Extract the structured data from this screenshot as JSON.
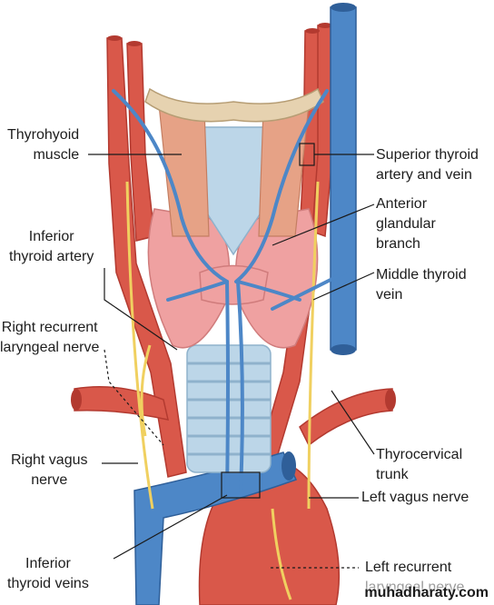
{
  "labels": {
    "thyrohyoid_muscle": [
      "Thyrohyoid",
      "muscle"
    ],
    "inferior_thyroid_artery": [
      "Inferior",
      "thyroid artery"
    ],
    "right_recurrent_laryngeal_nerve": [
      "Right recurrent",
      "laryngeal nerve"
    ],
    "right_vagus_nerve": [
      "Right vagus",
      "nerve"
    ],
    "inferior_thyroid_veins": [
      "Inferior",
      "thyroid veins"
    ],
    "superior_thyroid_artery_vein": [
      "Superior thyroid",
      "artery and vein"
    ],
    "anterior_glandular_branch": [
      "Anterior",
      "glandular",
      "branch"
    ],
    "middle_thyroid_vein": [
      "Middle thyroid",
      "vein"
    ],
    "thyrocervical_trunk": [
      "Thyrocervical",
      "trunk"
    ],
    "left_vagus_nerve": [
      "Left vagus nerve"
    ],
    "left_recurrent_laryngeal_nerve": [
      "Left recurrent",
      "laryngeal nerve"
    ]
  },
  "watermark": "muhadharaty.com",
  "colors": {
    "artery": "#d9584a",
    "artery_dark": "#b33a30",
    "vein": "#4d87c7",
    "vein_dark": "#2f5f99",
    "thyroid_gland": "#efa1a1",
    "muscle": "#e6a286",
    "hyoid_bone": "#e6d2b0",
    "cartilage": "#bcd6e8",
    "nerve": "#f0d060",
    "leader_line": "#1a1a1a"
  }
}
